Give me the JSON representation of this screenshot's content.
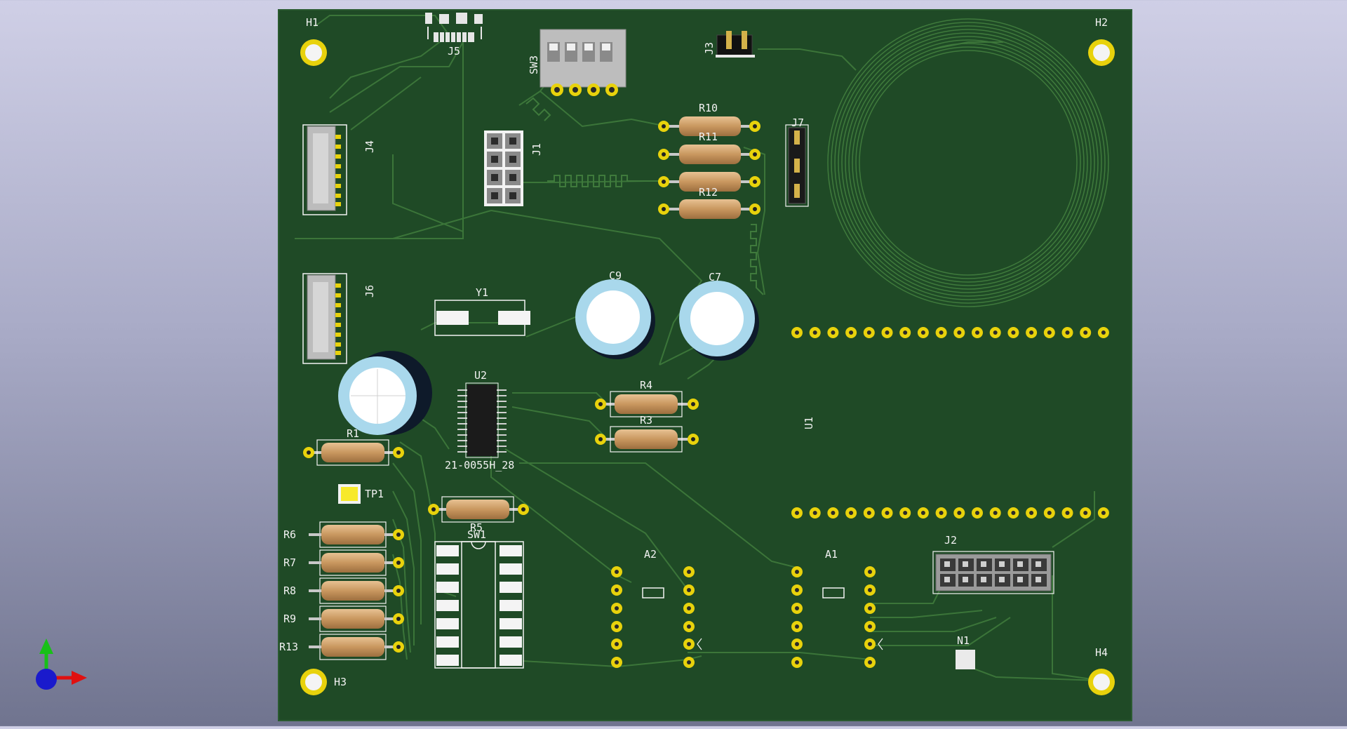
{
  "view": {
    "title": "3D Viewer",
    "background_top": "#cfcfe6",
    "background_bottom": "#70748f"
  },
  "board": {
    "color": "#1f4a26",
    "silk": "#f2f2f2",
    "pad": "#e8d20c",
    "labels": {
      "H1": "H1",
      "H2": "H2",
      "H3": "H3",
      "H4": "H4",
      "J1": "J1",
      "J2": "J2",
      "J3": "J3",
      "J4": "J4",
      "J5": "J5",
      "J6": "J6",
      "J7": "J7",
      "SW1": "SW1",
      "SW3": "SW3",
      "R1": "R1",
      "R3": "R3",
      "R4": "R4",
      "R5": "R5",
      "R6": "R6",
      "R7": "R7",
      "R8": "R8",
      "R9": "R9",
      "R10": "R10",
      "R11": "R11",
      "R12": "R12",
      "R13": "R13",
      "C7": "C7",
      "C9": "C9",
      "Y1": "Y1",
      "U1": "U1",
      "U2": "U2",
      "U2_value": "21-0055H_28",
      "A1": "A1",
      "A2": "A2",
      "N1": "N1",
      "TP1": "TP1"
    }
  },
  "axes": {
    "x_color": "#e01010",
    "y_color": "#18c018",
    "z_color": "#1a1acc"
  }
}
